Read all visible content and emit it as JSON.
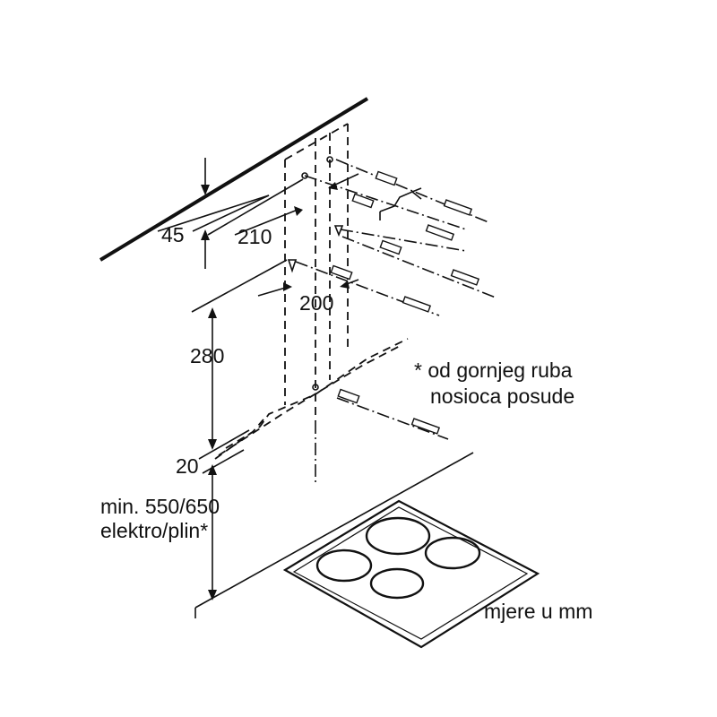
{
  "dimensions": {
    "d45": "45",
    "d210": "210",
    "d200": "200",
    "d280": "280",
    "d20": "20",
    "min_height_line1": "min. 550/650",
    "min_height_line2": "elektro/plin*"
  },
  "notes": {
    "footnote_line1": "* od gornjeg ruba",
    "footnote_line2": "nosioca posude",
    "units": "mjere u mm"
  },
  "colors": {
    "ink": "#111111",
    "background": "#ffffff"
  }
}
